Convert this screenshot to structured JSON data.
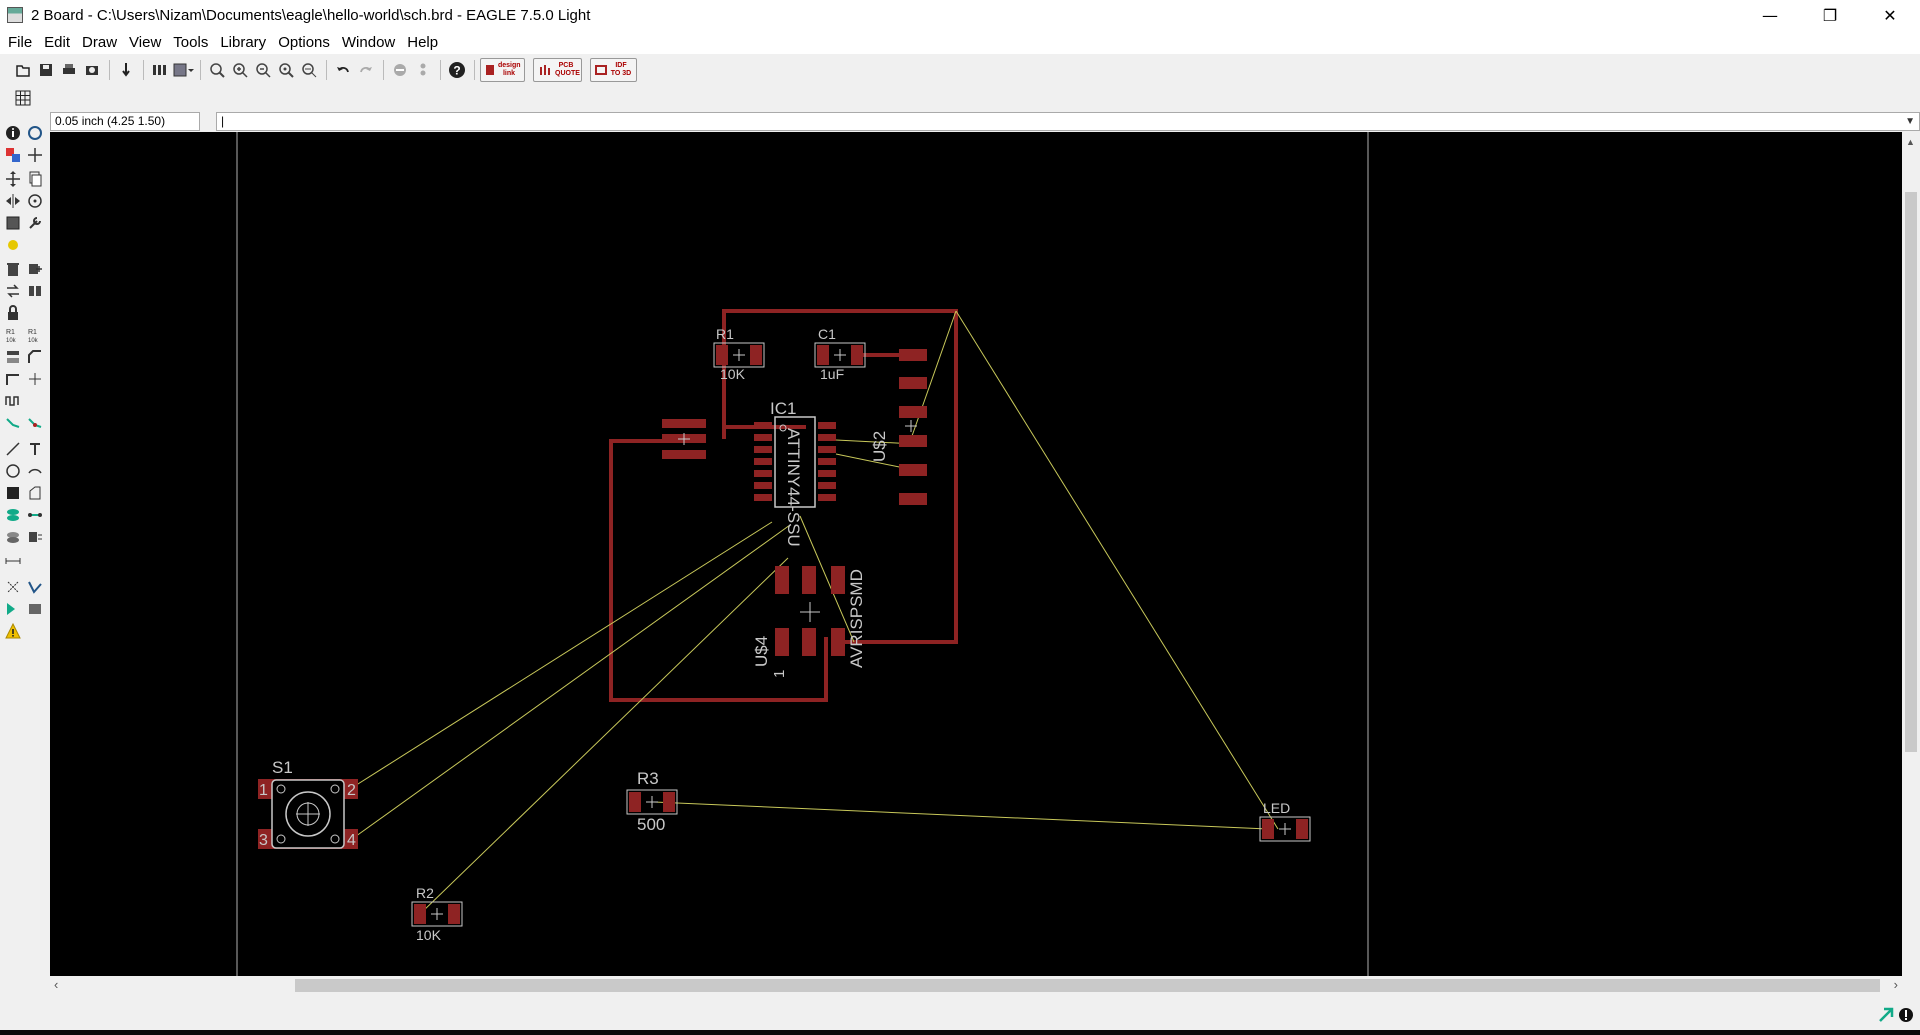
{
  "window": {
    "title": "2 Board - C:\\Users\\Nizam\\Documents\\eagle\\hello-world\\sch.brd - EAGLE 7.5.0 Light",
    "minimize": "—",
    "restore": "❐",
    "close": "✕"
  },
  "menu": {
    "items": [
      {
        "label": "File"
      },
      {
        "label": "Edit"
      },
      {
        "label": "Draw"
      },
      {
        "label": "View"
      },
      {
        "label": "Tools"
      },
      {
        "label": "Library"
      },
      {
        "label": "Options"
      },
      {
        "label": "Window"
      },
      {
        "label": "Help"
      }
    ]
  },
  "toolbar": {
    "help": "?",
    "design_link": "design link",
    "pcb_quote": "PCB QUOTE",
    "idf_to_3d": "IDF TO 3D"
  },
  "coords": {
    "position": "0.05 inch (4.25 1.50)",
    "command": "|"
  },
  "board": {
    "colors": {
      "background": "#000000",
      "dimension": "#b0b0b0",
      "pad": "#8e2323",
      "wire": "#8e2323",
      "airwire": "#c8c85a",
      "silk": "#c8c8c8"
    },
    "labels": {
      "r1_name": "R1",
      "r1_value": "10K",
      "c1_name": "C1",
      "c1_value": "1uF",
      "ic1_name": "IC1",
      "ic1_value": "ATTINY44-SSU",
      "us2_name": "U$2",
      "us4_name": "U$4",
      "us4_pin": "1",
      "avrisp": "AVRISPSMD",
      "s1_name": "S1",
      "s1_p1": "1",
      "s1_p2": "2",
      "s1_p3": "3",
      "s1_p4": "4",
      "r3_name": "R3",
      "r3_value": "500",
      "r2_name": "R2",
      "r2_value": "10K",
      "led_name": "LED"
    }
  }
}
